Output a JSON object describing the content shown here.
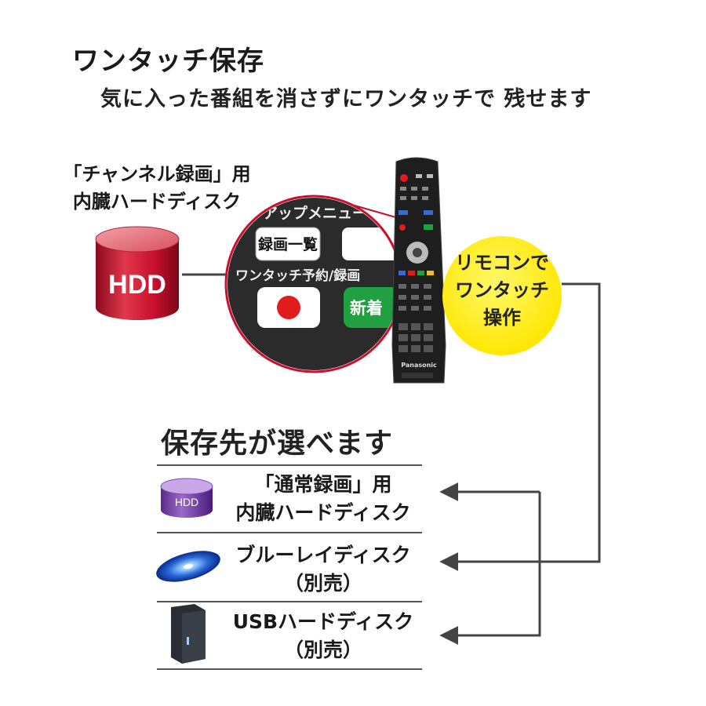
{
  "header": {
    "title": "ワンタッチ保存",
    "subtitle": "気に入った番組を消さずにワンタッチで 残せます"
  },
  "hdd_source": {
    "label_line1": "「チャンネル録画」用",
    "label_line2": "内臓ハードディスク",
    "icon_text": "HDD",
    "icon": "hdd-cylinder-icon",
    "color": "#c8102e"
  },
  "zoom": {
    "menu_text": "アップメニュー",
    "list_button": "録画一覧",
    "record_label": "ワンタッチ予約/録画",
    "new_button": "新着"
  },
  "remote": {
    "brand": "Panasonic",
    "caption_line1": "リモコンで",
    "caption_line2": "ワンタッチ",
    "caption_line3": "操作",
    "caption_color": "#ffee00"
  },
  "destinations": {
    "heading": "保存先が選べます",
    "items": [
      {
        "line1": "「通常録画」用",
        "line2": "内臓ハードディスク",
        "icon": "hdd-purple-icon",
        "icon_text": "HDD"
      },
      {
        "line1": "ブルーレイディスク",
        "line2": "（別売）",
        "icon": "bluray-disc-icon"
      },
      {
        "line1": "USBハードディスク",
        "line2": "（別売）",
        "icon": "usb-hdd-icon"
      }
    ]
  }
}
